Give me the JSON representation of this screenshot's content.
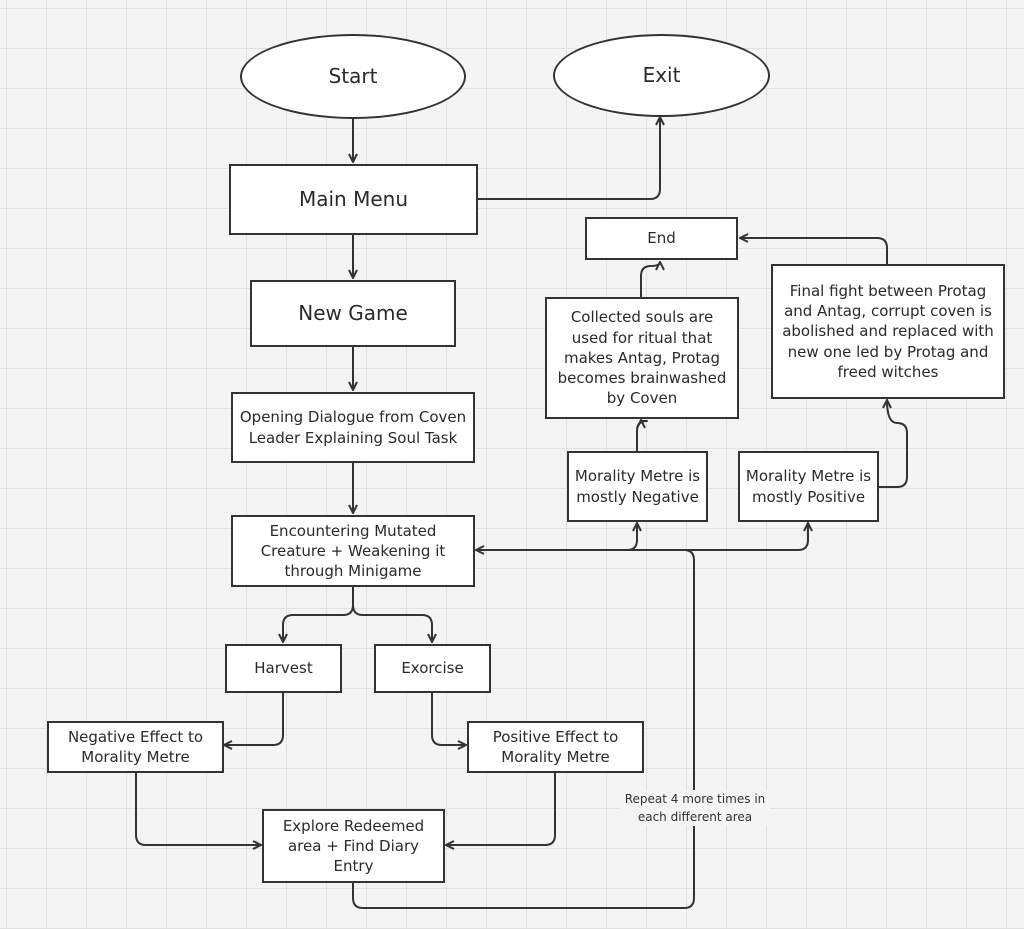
{
  "nodes": {
    "start": "Start",
    "exit": "Exit",
    "main_menu": "Main Menu",
    "end": "End",
    "new_game": "New Game",
    "opening_dialogue": "Opening Dialogue from Coven Leader Explaining Soul Task",
    "encountering": "Encountering Mutated Creature + Weakening it through Minigame",
    "harvest": "Harvest",
    "exorcise": "Exorcise",
    "negative_effect": "Negative Effect to Morality Metre",
    "positive_effect": "Positive Effect to Morality Metre",
    "explore": "Explore Redeemed area + Find Diary Entry",
    "morality_negative": "Morality Metre is mostly Negative",
    "morality_positive": "Morality Metre is mostly Positive",
    "ending_souls": "Collected souls are used for ritual that makes Antag, Protag becomes brainwashed by Coven",
    "ending_fight": "Final fight between Protag and Antag, corrupt coven is abolished and replaced with new one led by Protag and freed witches"
  },
  "labels": {
    "repeat_note": "Repeat 4 more times in each different area"
  },
  "colors": {
    "line": "#333333",
    "fill": "#ffffff",
    "grid": "#e1e1e1",
    "background": "#f4f4f4"
  }
}
